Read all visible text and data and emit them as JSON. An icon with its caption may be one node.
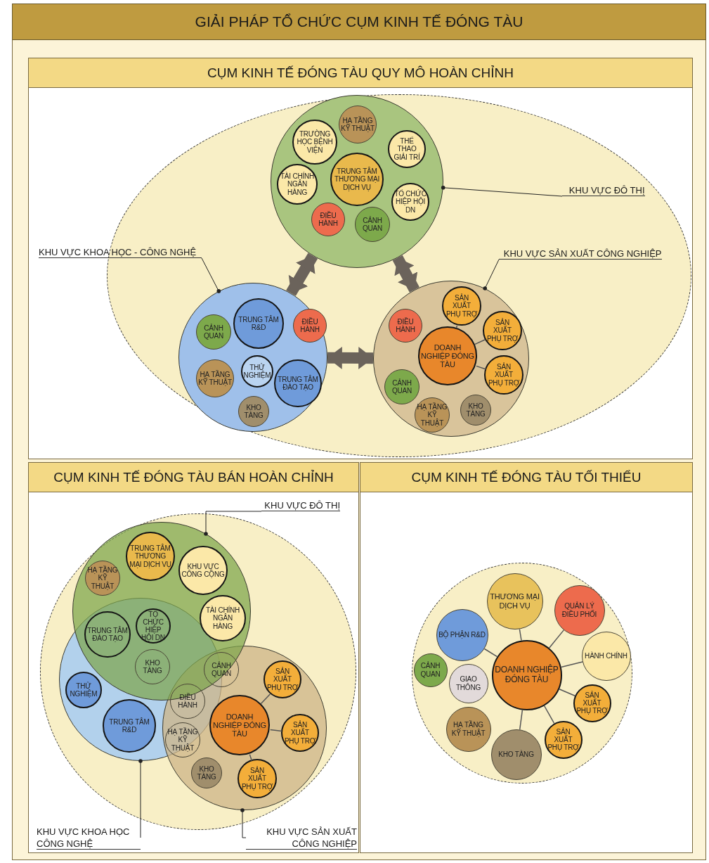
{
  "diagram": {
    "title": "GIẢI PHÁP TỔ CHỨC CỤM KINH TẾ ĐÓNG TÀU",
    "nodes": [
      {
        "text": [
          "CỤM KINH TẾ ĐÓNG TÀU QUY MÔ HOÀN CHỈNH"
        ]
      },
      {
        "text": [],
        "shape": "ellipse",
        "in": 0
      },
      {
        "text": [],
        "shape": "circle",
        "in": 1
      },
      {
        "text": [
          "HẠ TẦNG KỸ THUẬT"
        ],
        "in": 2
      },
      {
        "text": [
          "TRƯỜNG HỌC BỆNH VIỆN"
        ],
        "in": 2
      },
      {
        "text": [
          "THỂ THAO GIẢI TRÍ"
        ],
        "in": 2
      },
      {
        "text": [
          "TRUNG TÂM THƯƠNG MẠI DỊCH VỤ"
        ],
        "in": 2
      },
      {
        "text": [
          "TÀI CHÍNH NGÂN HÀNG"
        ],
        "in": 2
      },
      {
        "text": [
          "TỔ CHỨC HIỆP HỘI DN"
        ],
        "in": 2
      },
      {
        "text": [
          "ĐIỀU HÀNH"
        ],
        "in": 2
      },
      {
        "text": [
          "CẢNH QUAN"
        ],
        "in": 2
      },
      {
        "text": [
          "KHU VỰC ĐÔ THỊ"
        ],
        "in": 1
      },
      {
        "text": [
          "KHU VỰC KHOA HỌC - CÔNG NGHỆ"
        ],
        "in": 0
      },
      {
        "text": [],
        "shape": "circle",
        "in": 1
      },
      {
        "text": [
          "CẢNH QUAN"
        ],
        "in": 13
      },
      {
        "text": [
          "TRUNG TÂM R&D"
        ],
        "in": 13
      },
      {
        "text": [
          "ĐIỀU HÀNH"
        ],
        "in": 13
      },
      {
        "text": [
          "HẠ TẦNG KỸ THUẬT"
        ],
        "in": 13
      },
      {
        "text": [
          "THỬ NGHIỆM"
        ],
        "in": 13
      },
      {
        "text": [
          "TRUNG TÂM ĐÀO TẠO"
        ],
        "in": 13
      },
      {
        "text": [
          "KHO TÀNG"
        ],
        "in": 13
      },
      {
        "text": [
          "KHU VỰC SẢN XUẤT CÔNG NGHIỆP"
        ],
        "in": 1
      },
      {
        "text": [],
        "shape": "circle",
        "in": 1
      },
      {
        "text": [
          "SẢN XUẤT PHỤ TRỢ"
        ],
        "in": 22
      },
      {
        "text": [
          "ĐIỀU HÀNH"
        ],
        "in": 22
      },
      {
        "text": [
          "SẢN XUẤT PHỤ TRỢ"
        ],
        "in": 22
      },
      {
        "text": [
          "DOANH NGHIỆP ĐÓNG TÀU"
        ],
        "in": 22
      },
      {
        "text": [
          "SẢN XUẤT PHỤ TRỢ"
        ],
        "in": 22
      },
      {
        "text": [
          "CẢNH QUAN"
        ],
        "in": 22
      },
      {
        "text": [
          "HẠ TẦNG KỸ THUẬT"
        ],
        "in": 22
      },
      {
        "text": [
          "KHO TÀNG"
        ],
        "in": 22
      },
      {
        "text": [
          "CỤM KINH TẾ ĐÓNG TÀU BÁN HOÀN CHỈNH"
        ]
      },
      {
        "text": [],
        "shape": "circle",
        "in": 31
      },
      {
        "text": [
          "KHU VỰC ĐÔ THỊ"
        ],
        "in": 31
      },
      {
        "text": [],
        "shape": "circle",
        "in": 32
      },
      {
        "text": [
          "TRUNG TÂM THƯƠNG MẠI DỊCH VỤ"
        ],
        "in": 34
      },
      {
        "text": [
          "KHU VỰC CÔNG CỘNG"
        ],
        "in": 34
      },
      {
        "text": [
          "HẠ TẦNG KỸ THUẬT"
        ],
        "in": 34
      },
      {
        "text": [
          "TÀI CHÍNH NGÂN HÀNG"
        ],
        "in": 34
      },
      {
        "text": [
          "TRUNG TÂM ĐÀO TẠO"
        ]
      },
      {
        "text": [
          "TỔ CHỨC HIỆP HỘI DN"
        ]
      },
      {
        "text": [
          "KHO TÀNG"
        ]
      },
      {
        "text": [
          "CẢNH QUAN"
        ]
      },
      {
        "text": [],
        "shape": "circle",
        "in": 32
      },
      {
        "text": [
          "THỬ NGHIỆM"
        ],
        "in": 43
      },
      {
        "text": [
          "ĐIỀU HÀNH"
        ]
      },
      {
        "text": [
          "TRUNG TÂM R&D"
        ],
        "in": 43
      },
      {
        "text": [
          "HẠ TẦNG KỸ THUẬT"
        ]
      },
      {
        "text": [],
        "shape": "circle",
        "in": 32
      },
      {
        "text": [
          "DOANH NGHIỆP ĐÓNG TÀU"
        ],
        "in": 48
      },
      {
        "text": [
          "SẢN XUẤT PHỤ TRỢ"
        ],
        "in": 48
      },
      {
        "text": [
          "SẢN XUẤT PHỤ TRỢ"
        ],
        "in": 48
      },
      {
        "text": [
          "SẢN XUẤT PHỤ TRỢ"
        ],
        "in": 48
      },
      {
        "text": [
          "KHO TÀNG"
        ],
        "in": 48
      },
      {
        "text": [
          "KHU VỰC KHOA HỌC CÔNG NGHỆ"
        ],
        "in": 31
      },
      {
        "text": [
          "KHU VỰC SẢN XUẤT CÔNG NGHIỆP"
        ],
        "in": 31
      },
      {
        "text": [
          "CỤM KINH TẾ ĐÓNG TÀU TỐI THIỂU"
        ]
      },
      {
        "text": [],
        "shape": "circle",
        "in": 56
      },
      {
        "text": [
          "THƯƠNG MẠI DỊCH VỤ"
        ],
        "in": 57
      },
      {
        "text": [
          "QUẢN LÝ ĐIỀU PHỐI"
        ],
        "in": 57
      },
      {
        "text": [
          "BỘ PHẬN R&D"
        ],
        "in": 57
      },
      {
        "text": [
          "HÀNH CHÍNH"
        ],
        "in": 57
      },
      {
        "text": [
          "CẢNH QUAN"
        ],
        "in": 57
      },
      {
        "text": [
          "GIAO THÔNG"
        ],
        "in": 57
      },
      {
        "text": [
          "DOANH NGHIỆP ĐÓNG TÀU"
        ],
        "in": 57
      },
      {
        "text": [
          "SẢN XUẤT PHỤ TRỢ"
        ],
        "in": 57
      },
      {
        "text": [
          "HẠ TẦNG KỸ THUẬT"
        ],
        "in": 57
      },
      {
        "text": [
          "SẢN XUẤT PHỤ TRỢ"
        ],
        "in": 57
      },
      {
        "text": [
          "KHO TÀNG"
        ],
        "in": 57
      }
    ],
    "edges": [
      {
        "from": 11,
        "to": 2,
        "arrow": "other"
      },
      {
        "from": 12,
        "to": 13,
        "arrow": "other"
      },
      {
        "from": 21,
        "to": 22,
        "arrow": "other"
      },
      {
        "from": 2,
        "to": 13,
        "arrow": "both",
        "style": "thick"
      },
      {
        "from": 2,
        "to": 22,
        "arrow": "both",
        "style": "thick"
      },
      {
        "from": 13,
        "to": 22,
        "arrow": "both",
        "style": "thick"
      },
      {
        "from": 26,
        "to": 23,
        "arrow": "none"
      },
      {
        "from": 26,
        "to": 25,
        "arrow": "none"
      },
      {
        "from": 26,
        "to": 27,
        "arrow": "none"
      },
      {
        "from": 33,
        "to": 34,
        "arrow": "other"
      },
      {
        "from": 54,
        "to": 43,
        "arrow": "other"
      },
      {
        "from": 55,
        "to": 48,
        "arrow": "other"
      },
      {
        "from": 49,
        "to": 50,
        "arrow": "none"
      },
      {
        "from": 49,
        "to": 51,
        "arrow": "none"
      },
      {
        "from": 49,
        "to": 52,
        "arrow": "none"
      },
      {
        "from": 64,
        "to": 58,
        "arrow": "none"
      },
      {
        "from": 64,
        "to": 59,
        "arrow": "none"
      },
      {
        "from": 64,
        "to": 60,
        "arrow": "none"
      },
      {
        "from": 64,
        "to": 61,
        "arrow": "none"
      },
      {
        "from": 64,
        "to": 65,
        "arrow": "none"
      },
      {
        "from": 64,
        "to": 67,
        "arrow": "none"
      },
      {
        "from": 64,
        "to": 68,
        "arrow": "none"
      }
    ]
  }
}
